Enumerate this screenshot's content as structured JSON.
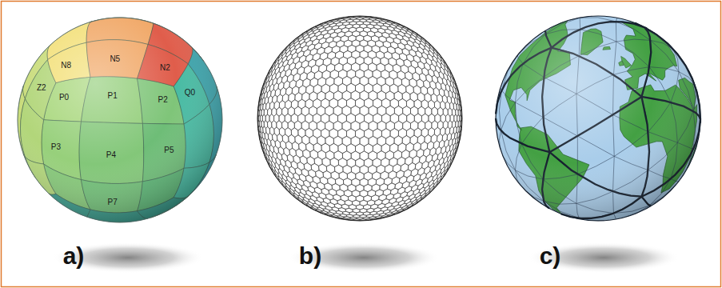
{
  "diagram": {
    "labels": [
      "a)",
      "b)",
      "c)",
      "N8",
      "N5",
      "N2",
      "Z2",
      "P0",
      "P1",
      "P2",
      "Q0",
      "P3",
      "P4",
      "P5",
      "P7"
    ]
  }
}
